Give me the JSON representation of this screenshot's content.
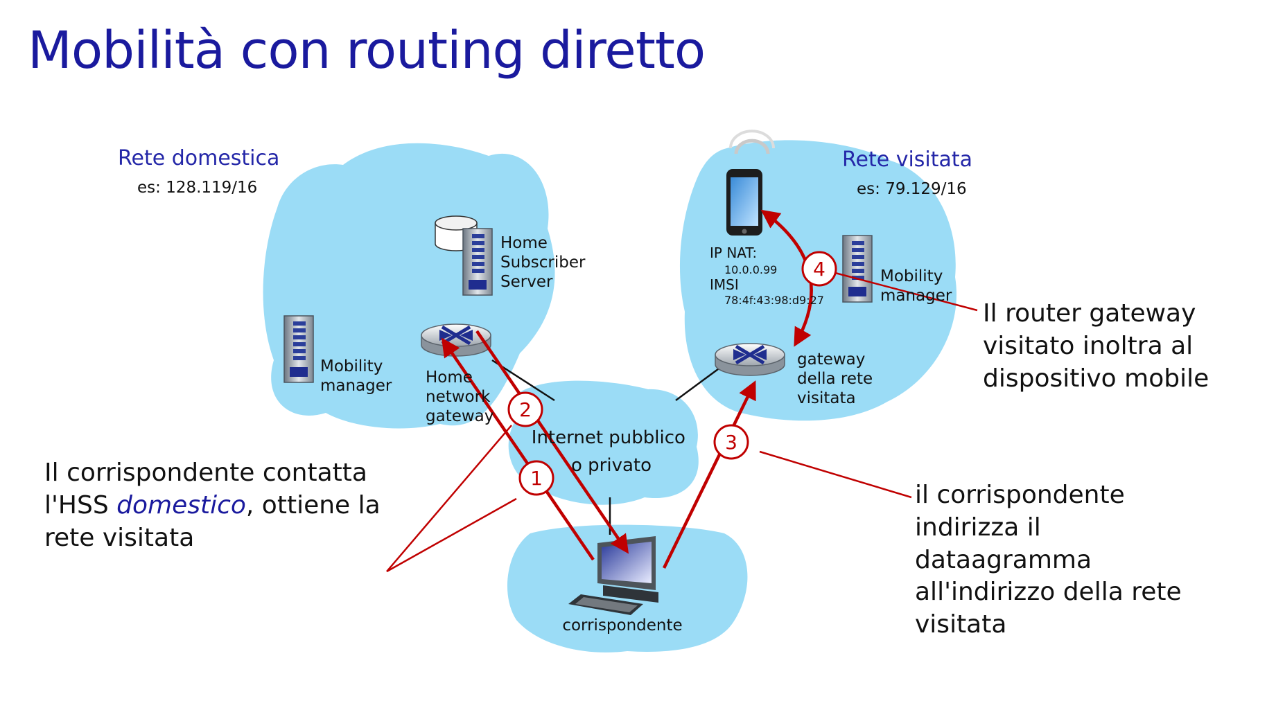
{
  "title": "Mobilità con routing diretto",
  "home_network": {
    "title": "Rete domestica",
    "subnet": "es: 128.119/16",
    "hss_lines": [
      "Home",
      "Subscriber",
      "Server"
    ],
    "mm_lines": [
      "Mobility",
      "manager"
    ],
    "gateway_lines": [
      "Home",
      "network",
      "gateway"
    ]
  },
  "visited_network": {
    "title": "Rete visitata",
    "subnet": "es: 79.129/16",
    "device_lines": [
      "IP NAT:",
      "10.0.0.99",
      "IMSI",
      "78:4f:43:98:d9:27"
    ],
    "mm_lines": [
      "Mobility",
      "manager"
    ],
    "gateway_lines": [
      "gateway",
      "della rete",
      "visitata"
    ]
  },
  "internet": {
    "lines": [
      "Internet pubblico",
      "o privato"
    ]
  },
  "correspondent": {
    "label": "corrispondente"
  },
  "steps": [
    "1",
    "2",
    "3",
    "4"
  ],
  "notes": {
    "left": {
      "line1": "Il corrispondente contatta",
      "line2_pre": "l'HSS ",
      "line2_em": "domestico",
      "line2_post": ", ottiene la",
      "line3": "rete visitata"
    },
    "right_top": [
      "Il router gateway",
      "visitato inoltra al",
      "dispositivo mobile"
    ],
    "right_bottom": [
      "il corrispondente",
      "indirizza il",
      "dataagramma",
      "all'indirizzo della rete",
      "visitata"
    ]
  },
  "colors": {
    "title": "#1a1a9e",
    "cloud": "#9bdcf6",
    "arrow": "#c00000",
    "network_title": "#2427a8"
  },
  "icons": [
    "database-icon",
    "server-icon",
    "router-icon",
    "smartphone-icon",
    "computer-icon"
  ]
}
